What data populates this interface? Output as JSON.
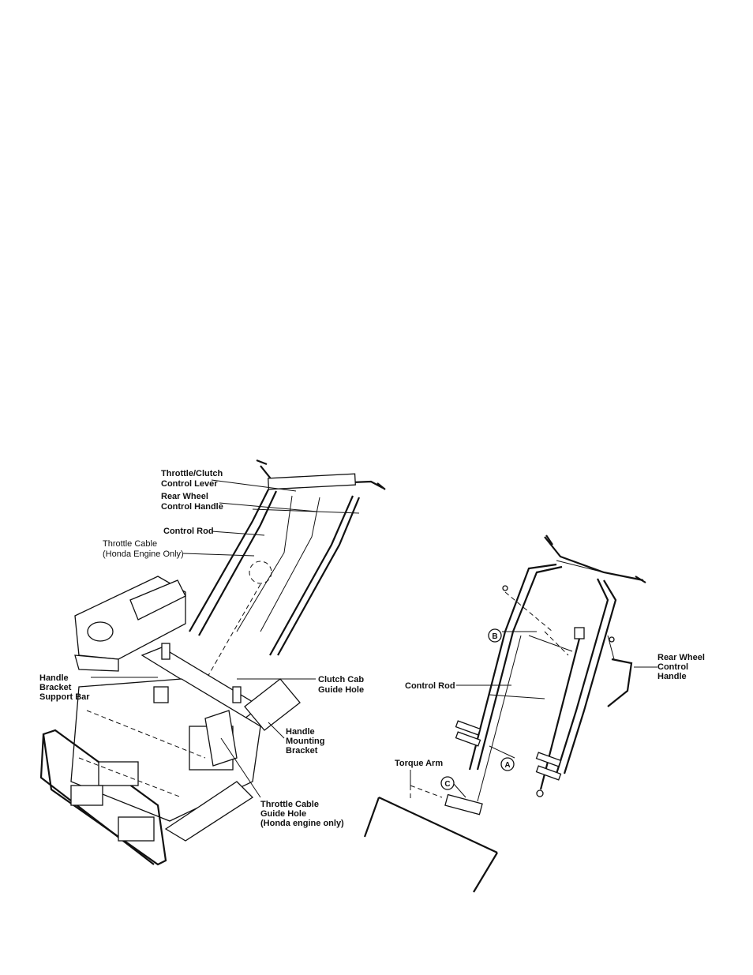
{
  "left_diagram": {
    "labels": {
      "throttle_clutch_lever": [
        "Throttle/Clutch",
        "Control Lever"
      ],
      "rear_wheel_handle": [
        "Rear Wheel",
        "Control Handle"
      ],
      "control_rod": "Control Rod",
      "throttle_cable": [
        "Throttle Cable",
        "(Honda Engine Only)"
      ],
      "support_bar": [
        "Handle",
        "Bracket",
        "Support Bar"
      ],
      "clutch_cable_guide": [
        "Clutch Cab",
        "Guide Hole"
      ],
      "mounting_bracket": [
        "Handle",
        "Mounting",
        "Bracket"
      ],
      "throttle_guide": [
        "Throttle Cable",
        "Guide Hole",
        "(Honda engine only)"
      ]
    }
  },
  "right_diagram": {
    "labels": {
      "control_rod": "Control Rod",
      "rear_wheel_handle": [
        "Rear Wheel",
        "Control",
        "Handle"
      ],
      "torque_arm": "Torque Arm"
    },
    "callouts": {
      "a": "A",
      "b": "B",
      "c": "C"
    }
  }
}
